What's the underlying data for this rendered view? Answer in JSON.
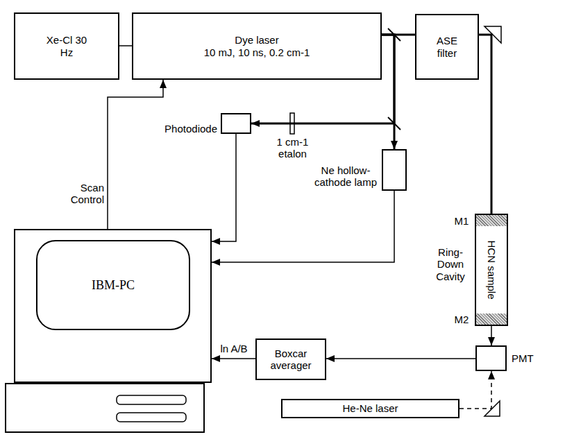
{
  "diagram": {
    "nodes": [
      {
        "text": [
          "Xe-Cl 30 Hz"
        ]
      },
      {
        "text": [
          "Dye laser",
          "10 mJ, 10 ns, 0.2 cm-1"
        ]
      },
      {
        "text": [
          "ASE filter"
        ]
      },
      {
        "text": [
          "Photodiode"
        ]
      },
      {
        "text": [
          "Ne hollow- cathode lamp"
        ]
      },
      {
        "text": [
          "Ring-Down Cavity",
          "HCN sample"
        ]
      },
      {
        "text": [
          "IBM-PC"
        ]
      },
      {
        "text": [
          "Boxcar averager"
        ]
      },
      {
        "text": [
          "PMT"
        ]
      },
      {
        "text": [
          "He-Ne laser"
        ]
      }
    ],
    "edges": [
      {
        "from": 0,
        "to": 1,
        "arrow": "none"
      },
      {
        "from": 6,
        "to": 1,
        "label": "Scan Control",
        "arrow": "to"
      },
      {
        "from": 1,
        "to": 2,
        "arrow": "none"
      },
      {
        "from": 1,
        "to": 4,
        "arrow": "to"
      },
      {
        "from": 1,
        "to": 3,
        "arrow": "to"
      },
      {
        "from": 2,
        "to": 5,
        "arrow": "none"
      },
      {
        "from": 3,
        "to": 6,
        "arrow": "to"
      },
      {
        "from": 4,
        "to": 6,
        "arrow": "to"
      },
      {
        "from": 5,
        "to": 8,
        "arrow": "to"
      },
      {
        "from": 8,
        "to": 7,
        "arrow": "to"
      },
      {
        "from": 7,
        "to": 6,
        "label": "ln A/B",
        "arrow": "to"
      },
      {
        "from": 9,
        "to": 8,
        "arrow": "to"
      }
    ],
    "labels": [
      "M1",
      "M2",
      "1 cm-1 etalon"
    ]
  }
}
